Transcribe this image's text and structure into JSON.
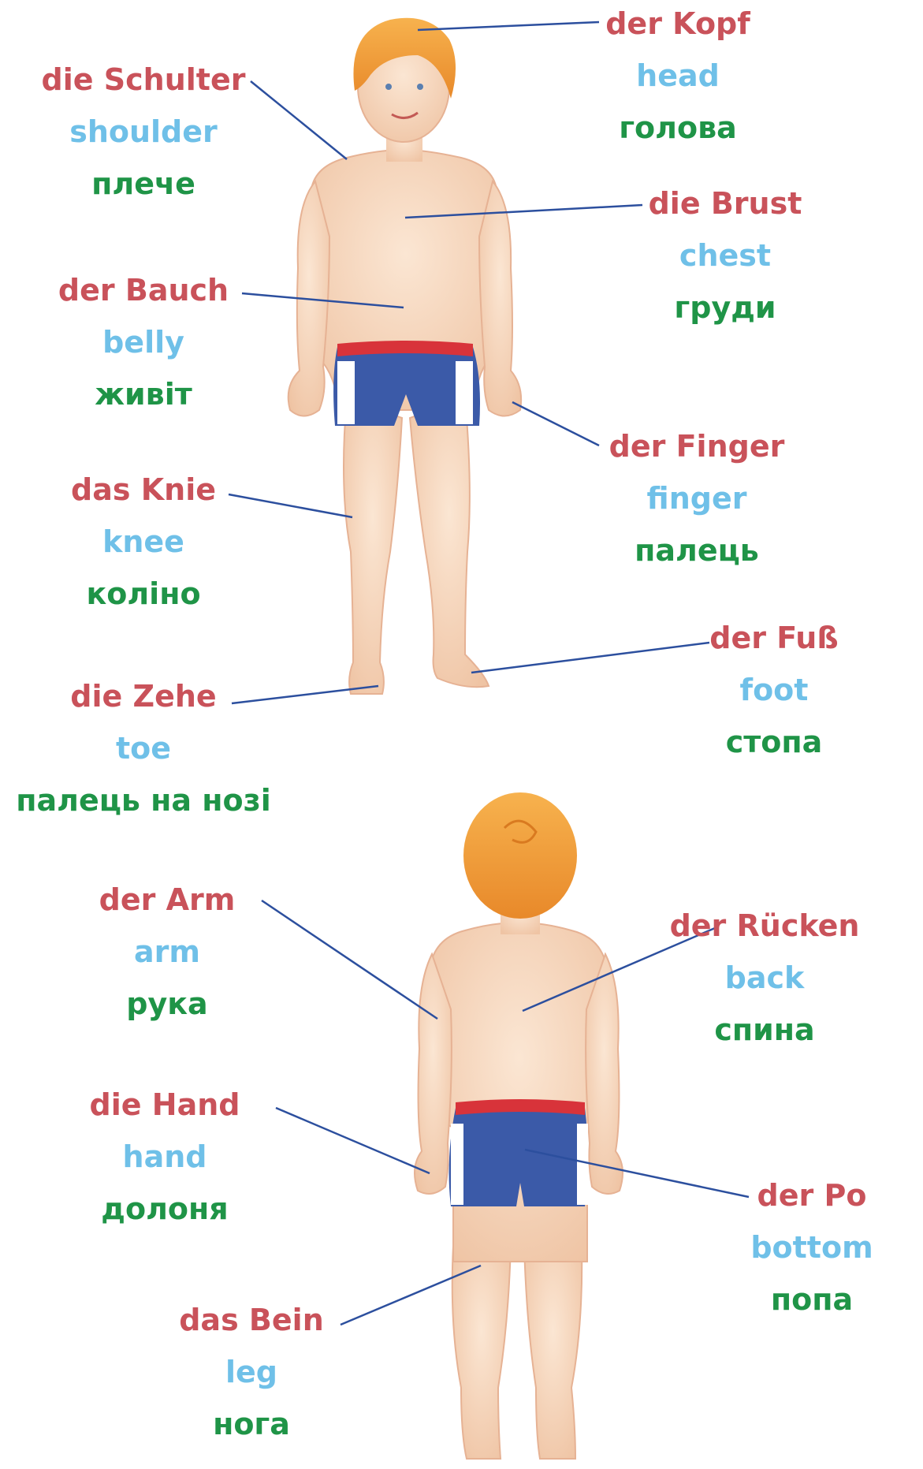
{
  "colors": {
    "german": "#c9525a",
    "english": "#6fc0e8",
    "ukrainian": "#1f9447",
    "leader_line": "#2c4f9e",
    "skin": "#f6d8bf",
    "hair": "#f4a23e",
    "trunks": "#3b5aa8",
    "waistband": "#d8333a"
  },
  "front_labels": [
    {
      "de": "der Kopf",
      "en": "head",
      "uk": "голова"
    },
    {
      "de": "die Schulter",
      "en": "shoulder",
      "uk": "плече"
    },
    {
      "de": "die Brust",
      "en": "chest",
      "uk": "груди"
    },
    {
      "de": "der Bauch",
      "en": "belly",
      "uk": "живіт"
    },
    {
      "de": "der Finger",
      "en": "finger",
      "uk": "палець"
    },
    {
      "de": "das Knie",
      "en": "knee",
      "uk": "коліно"
    },
    {
      "de": "der Fuß",
      "en": "foot",
      "uk": "стопа"
    },
    {
      "de": "die Zehe",
      "en": "toe",
      "uk": "палець на нозі"
    }
  ],
  "back_labels": [
    {
      "de": "der Arm",
      "en": "arm",
      "uk": "рука"
    },
    {
      "de": "der Rücken",
      "en": "back",
      "uk": "спина"
    },
    {
      "de": "die Hand",
      "en": "hand",
      "uk": "долоня"
    },
    {
      "de": "der Po",
      "en": "bottom",
      "uk": "попа"
    },
    {
      "de": "das Bein",
      "en": "leg",
      "uk": "нога"
    }
  ]
}
